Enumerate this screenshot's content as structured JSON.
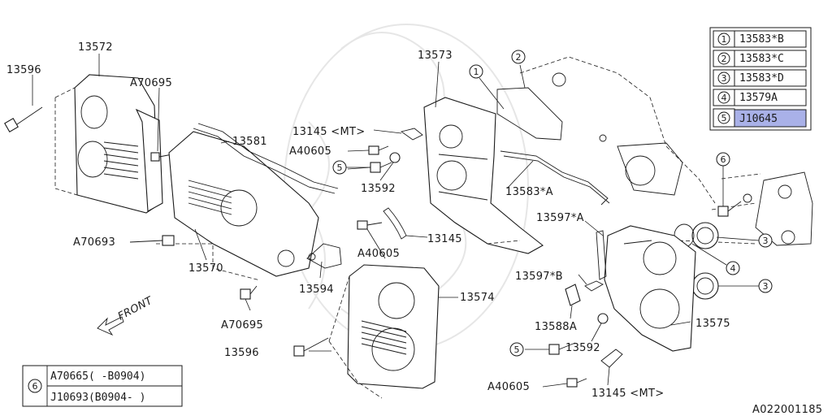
{
  "diagram_id": "A022001185",
  "labels": {
    "l13596_top": "13596",
    "l13572": "13572",
    "lA70695_top": "A70695",
    "l13581": "13581",
    "lA70693": "A70693",
    "l13570": "13570",
    "lA70695_mid": "A70695",
    "l13596_bot": "13596",
    "l13594": "13594",
    "l13573": "13573",
    "l13145_mt_top": "13145 <MT>",
    "lA40605_top": "A40605",
    "l13592_top": "13592",
    "l13145_mid": "13145",
    "lA40605_mid": "A40605",
    "l13583A": "13583*A",
    "l13574": "13574",
    "l13597A": "13597*A",
    "l13597B": "13597*B",
    "l13588A": "13588A",
    "l13592_bot": "13592",
    "lA40605_bot": "A40605",
    "l13145_mt_bot": "13145 <MT>",
    "l13575": "13575"
  },
  "callouts": {
    "c1": "1",
    "c2": "2",
    "c3a": "3",
    "c3b": "3",
    "c4": "4",
    "c5_top": "5",
    "c5_bot": "5",
    "c6_right": "6",
    "c6_table": "6"
  },
  "legend_table": {
    "rows": [
      {
        "num": "1",
        "part": "13583*B"
      },
      {
        "num": "2",
        "part": "13583*C"
      },
      {
        "num": "3",
        "part": "13583*D"
      },
      {
        "num": "4",
        "part": "13579A"
      },
      {
        "num": "5",
        "part": "J10645"
      }
    ],
    "highlight_color": "#a9b1e8"
  },
  "variant_table": {
    "num": "6",
    "rows": [
      "A70665( -B0904)",
      "J10693(B0904- )"
    ]
  },
  "front_label": "FRONT"
}
